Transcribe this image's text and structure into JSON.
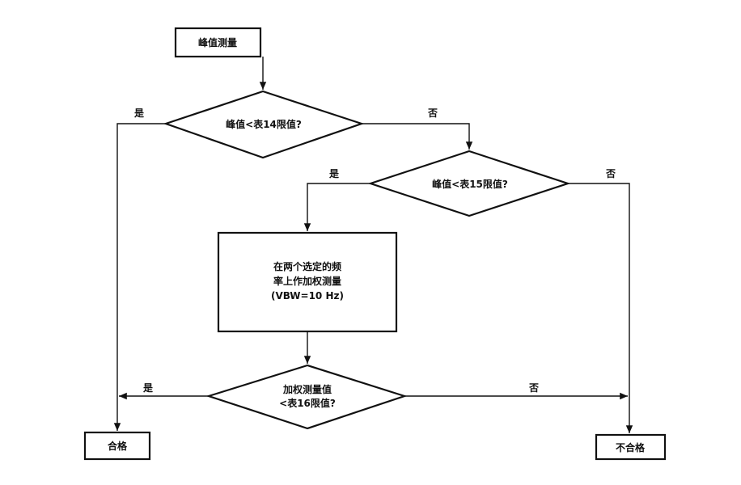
{
  "flowchart": {
    "start": "峰值测量",
    "decision1": "峰值<表14限值?",
    "decision2": "峰值<表15限值?",
    "process": {
      "line1": "在两个选定的频",
      "line2": "率上作加权测量",
      "line3": "(VBW=10 Hz)"
    },
    "decision3": {
      "line1": "加权测量值",
      "line2": "<表16限值?"
    },
    "pass": "合格",
    "fail": "不合格",
    "yes": "是",
    "no": "否"
  }
}
